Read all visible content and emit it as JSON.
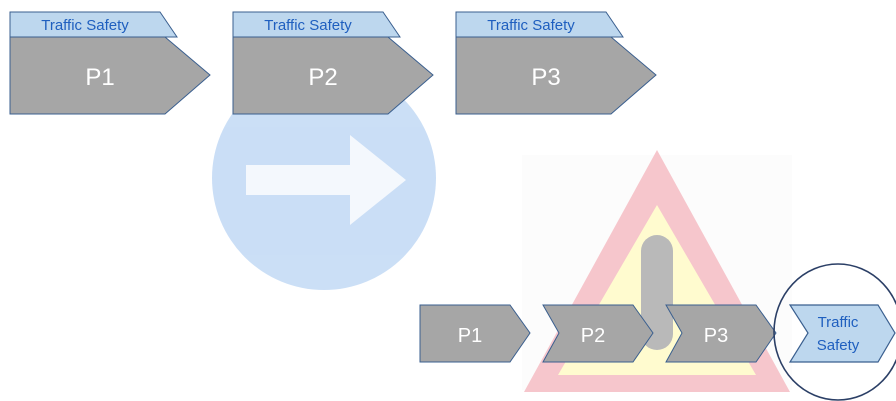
{
  "top_row": {
    "steps": [
      {
        "label": "P1",
        "tag": "Traffic Safety"
      },
      {
        "label": "P2",
        "tag": "Traffic Safety"
      },
      {
        "label": "P3",
        "tag": "Traffic Safety"
      }
    ]
  },
  "bottom_row": {
    "steps": [
      {
        "label": "P1"
      },
      {
        "label": "P2"
      },
      {
        "label": "P3"
      }
    ],
    "final": {
      "line1": "Traffic",
      "line2": "Safety"
    }
  },
  "colors": {
    "step_fill": "#a6a6a6",
    "step_stroke": "#3a5f8f",
    "step_text": "#ffffff",
    "tag_fill": "#bdd7ee",
    "tag_text": "#1f5fbf",
    "arrow_sign": "#c8ddf6",
    "warning_red": "#f6c6cc",
    "warning_yellow": "#fffbcf",
    "warning_bar": "#b9b9b9",
    "circle_stroke": "#2b3f66"
  },
  "icons": {
    "background_left": "right-arrow-sign-icon",
    "background_right": "warning-triangle-icon"
  }
}
